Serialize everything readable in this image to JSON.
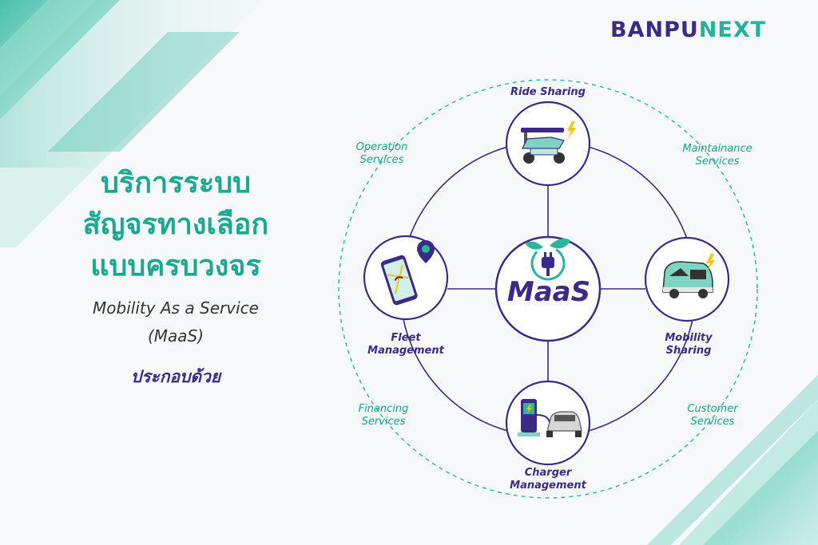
{
  "logo": {
    "part1": "BANPU",
    "part2": "NEXT"
  },
  "title": {
    "line1": "บริการระบบ",
    "line2": "สัญจรทางเลือก",
    "line3": "แบบครบวงจร"
  },
  "subtitle": {
    "line1": "Mobility As a Service",
    "line2": "(MaaS)"
  },
  "consist_of": "ประกอบด้วย",
  "center_label": "MaaS",
  "nodes": {
    "ride_sharing": "Ride Sharing",
    "fleet_management": {
      "line1": "Fleet",
      "line2": "Management"
    },
    "mobility_sharing": {
      "line1": "Mobility",
      "line2": "Sharing"
    },
    "charger_management": {
      "line1": "Charger",
      "line2": "Management"
    }
  },
  "services": {
    "operation": {
      "line1": "Operation",
      "line2": "Services"
    },
    "maintenance": {
      "line1": "Maintainance",
      "line2": "Services"
    },
    "financing": {
      "line1": "Financing",
      "line2": "Services"
    },
    "customer": {
      "line1": "Customer",
      "line2": "Services"
    }
  },
  "colors": {
    "brand_purple": "#3b2a86",
    "brand_teal": "#1fb59c"
  }
}
